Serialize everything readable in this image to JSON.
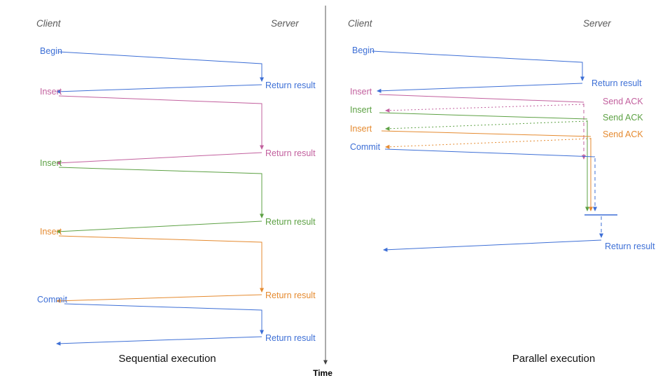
{
  "colors": {
    "blue": "#3d6fd6",
    "pink": "#c2609e",
    "green": "#5da144",
    "orange": "#e58a2f",
    "axis_gray": "#555555",
    "role_label_gray": "#595959",
    "caption_black": "#111111"
  },
  "time_axis": {
    "label": "Time"
  },
  "left_panel": {
    "client_label": "Client",
    "server_label": "Server",
    "caption": "Sequential execution",
    "messages": [
      {
        "label": "Begin",
        "color": "blue",
        "return_label": "Return result"
      },
      {
        "label": "Insert",
        "color": "pink",
        "return_label": "Return result"
      },
      {
        "label": "Insert",
        "color": "green",
        "return_label": "Return result"
      },
      {
        "label": "Insert",
        "color": "orange",
        "return_label": "Return result"
      },
      {
        "label": "Commit",
        "color": "blue",
        "return_label": "Return result"
      }
    ]
  },
  "right_panel": {
    "client_label": "Client",
    "server_label": "Server",
    "caption": "Parallel execution",
    "messages": [
      {
        "label": "Begin",
        "color": "blue",
        "return_label": "Return result"
      },
      {
        "label": "Insert",
        "color": "pink",
        "ack_label": "Send ACK"
      },
      {
        "label": "Insert",
        "color": "green",
        "ack_label": "Send ACK"
      },
      {
        "label": "Insert",
        "color": "orange",
        "ack_label": "Send ACK"
      },
      {
        "label": "Commit",
        "color": "blue"
      }
    ],
    "final_return_label": "Return result"
  }
}
